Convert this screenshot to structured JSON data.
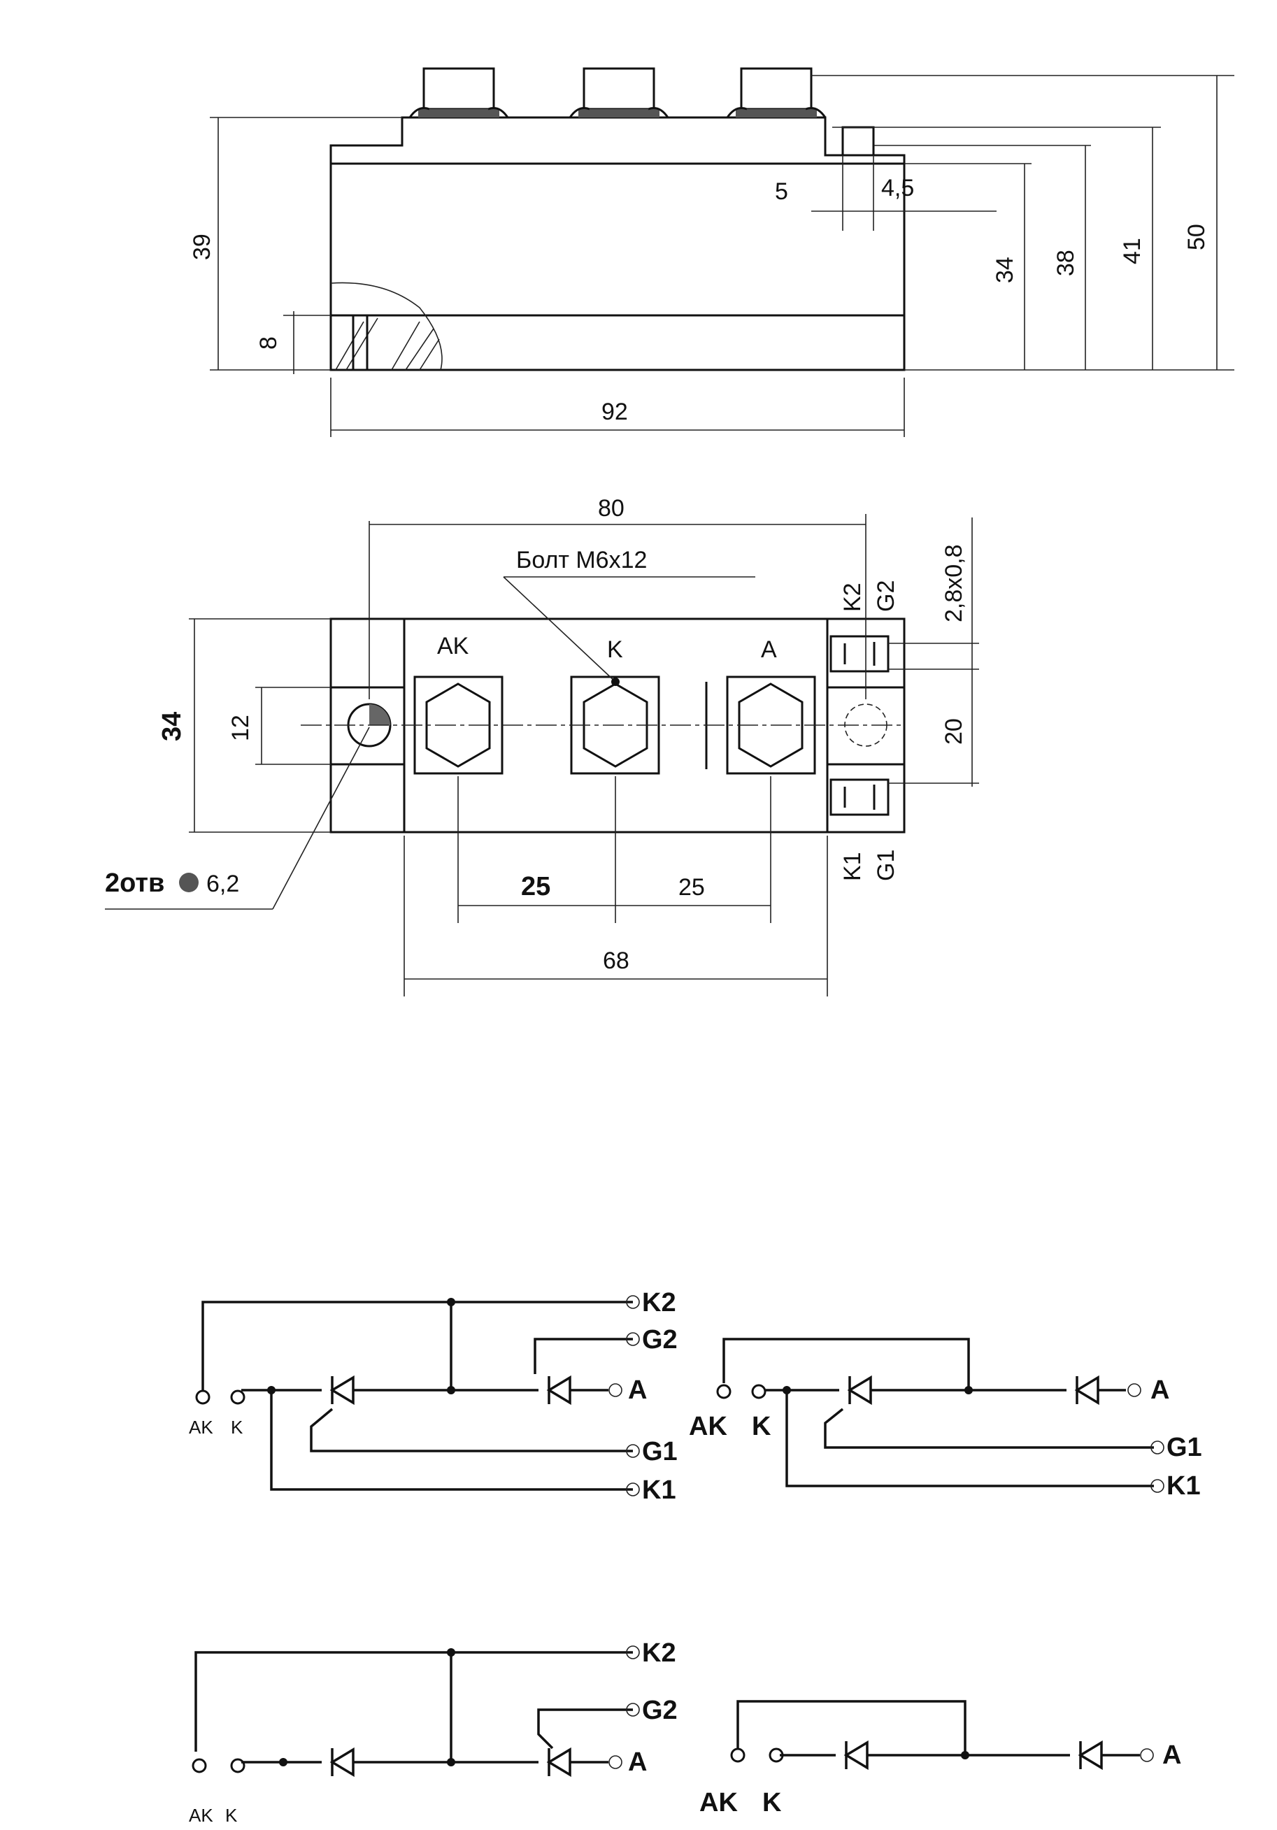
{
  "side_view": {
    "dims": {
      "h39": "39",
      "h8": "8",
      "w92": "92",
      "d5": "5",
      "d45": "4,5",
      "h34": "34",
      "h38": "38",
      "h41": "41",
      "h50": "50"
    }
  },
  "top_view": {
    "dims": {
      "w80": "80",
      "h34": "34",
      "d12": "12",
      "d25a": "25",
      "d25b": "25",
      "w68": "68",
      "d20": "20",
      "pin": "2,8x0,8"
    },
    "bolt": "Болт М6x12",
    "holes": "2отв",
    "hole_dia": "6,2",
    "terminals": {
      "ak": "AK",
      "k": "K",
      "a": "A"
    },
    "pins": {
      "k2": "K2",
      "g2": "G2",
      "k1": "K1",
      "g1": "G1"
    }
  },
  "schematics": {
    "s1": {
      "k2": "K2",
      "g2": "G2",
      "a": "A",
      "g1": "G1",
      "k1": "K1",
      "ak": "AK",
      "k": "K"
    },
    "s2": {
      "ak": "AK",
      "k": "K",
      "a": "A",
      "g1": "G1",
      "k1": "K1"
    },
    "s3": {
      "k2": "K2",
      "g2": "G2",
      "a": "A",
      "ak": "AK",
      "k": "K"
    },
    "s4": {
      "ak": "AK",
      "k": "K",
      "a": "A"
    }
  }
}
